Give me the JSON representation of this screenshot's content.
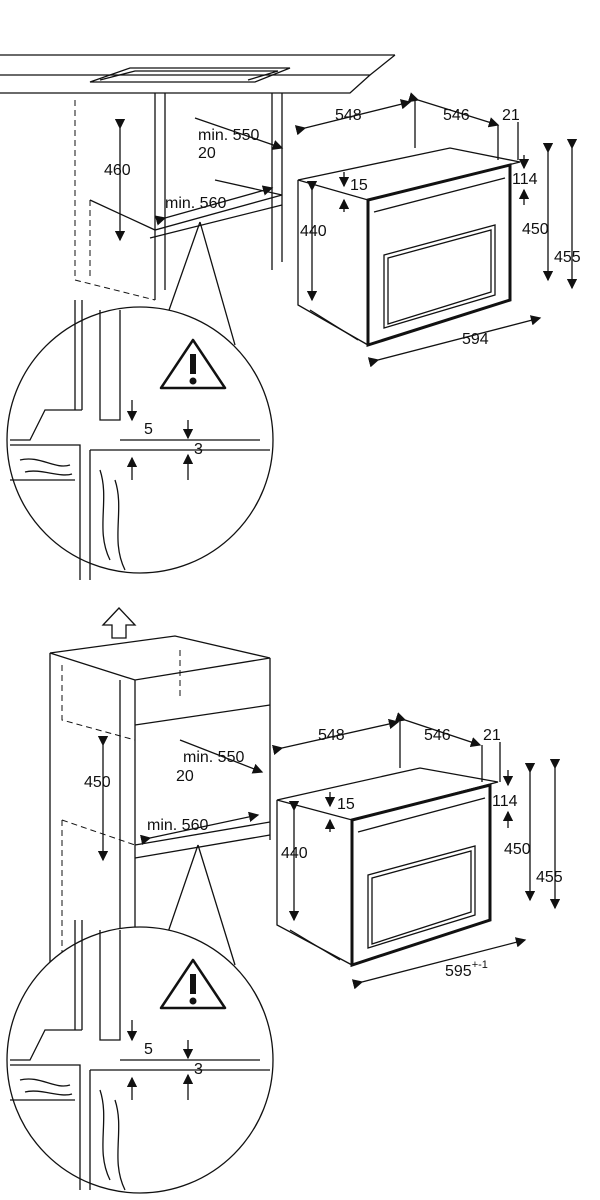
{
  "top_diagram": {
    "title": "Installation under worktop",
    "dimensions": {
      "oven_depth": "548",
      "oven_body_depth": "546",
      "front_depth": "21",
      "niche_min_depth": "min. 550",
      "niche_gap": "20",
      "niche_height": "460",
      "top_gap": "15",
      "front_top": "114",
      "niche_min_width": "min. 560",
      "body_height": "440",
      "front_height_inner": "450",
      "front_height": "455",
      "width": "594",
      "detail_gap": "5",
      "detail_offset": "3"
    },
    "warning_icon": "warning-triangle-icon"
  },
  "bottom_diagram": {
    "title": "Installation in tall unit",
    "dimensions": {
      "oven_depth": "548",
      "oven_body_depth": "546",
      "front_depth": "21",
      "niche_min_depth": "min. 550",
      "niche_gap": "20",
      "niche_height": "450",
      "top_gap": "15",
      "front_top": "114",
      "niche_min_width": "min. 560",
      "body_height": "440",
      "front_height_inner": "450",
      "front_height": "455",
      "width": "595",
      "width_tolerance": "+-1",
      "detail_gap": "5",
      "detail_offset": "3"
    },
    "warning_icon": "warning-triangle-icon",
    "arrow_icon": "up-arrow-icon"
  }
}
